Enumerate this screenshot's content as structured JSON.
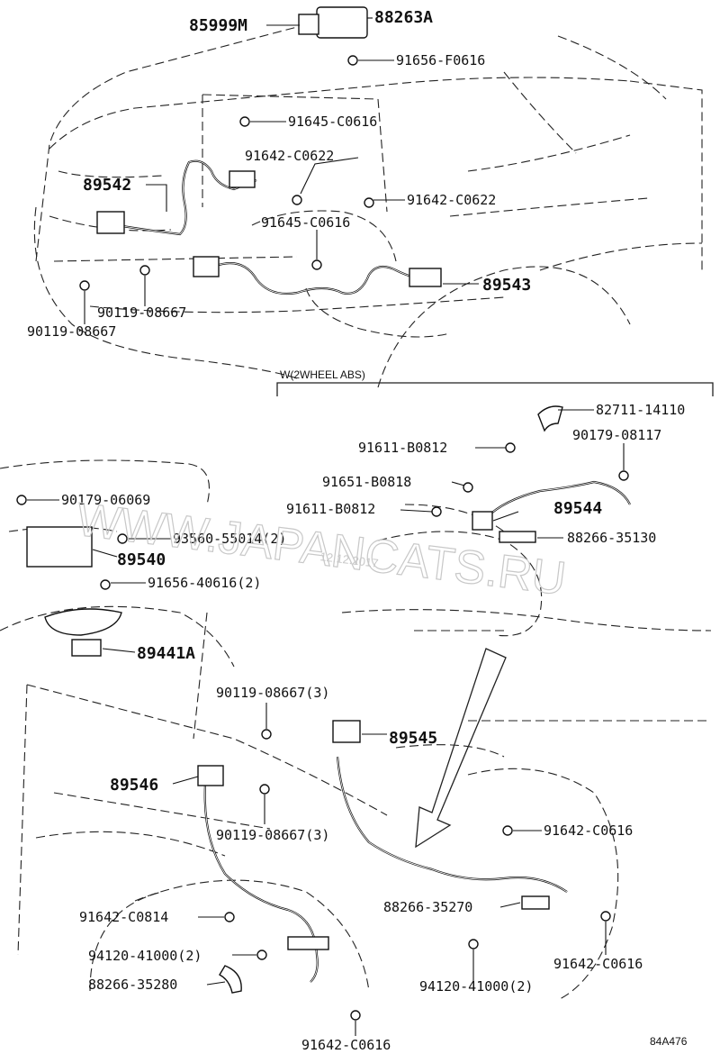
{
  "parts": {
    "p85999M": "85999M",
    "p88263A": "88263A",
    "p91656F0616": "91656-F0616",
    "p91645C0616a": "91645-C0616",
    "p91642C0622a": "91642-C0622",
    "p89542": "89542",
    "p91642C0622b": "91642-C0622",
    "p91645C0616b": "91645-C0616",
    "p89543": "89543",
    "p90119a": "90119-08667",
    "p90119b": "90119-08667",
    "p82711": "82711-14110",
    "p90179_08117": "90179-08117",
    "p91611a": "91611-B0812",
    "p91651": "91651-B0818",
    "p91611b": "91611-B0812",
    "p89544": "89544",
    "p88266_35130": "88266-35130",
    "p90179_06069": "90179-06069",
    "p93560": "93560-55014(2)",
    "p89540": "89540",
    "p91656_40616": "91656-40616(2)",
    "p89441A": "89441A",
    "p90119_3a": "90119-08667(3)",
    "p89545": "89545",
    "p89546": "89546",
    "p90119_3b": "90119-08667(3)",
    "p91642C0616a": "91642-C0616",
    "p88266_35270": "88266-35270",
    "p91642C0814": "91642-C0814",
    "p94120a": "94120-41000(2)",
    "p88266_35280": "88266-35280",
    "p94120b": "94120-41000(2)",
    "p91642C0616b": "91642-C0616",
    "p91642C0616c": "91642-C0616"
  },
  "variant_note": "W(2WHEEL ABS)",
  "watermark": "WWW.JAPANCATS.RU",
  "date_stamp": "12.12.2017",
  "figure_code": "84A476"
}
